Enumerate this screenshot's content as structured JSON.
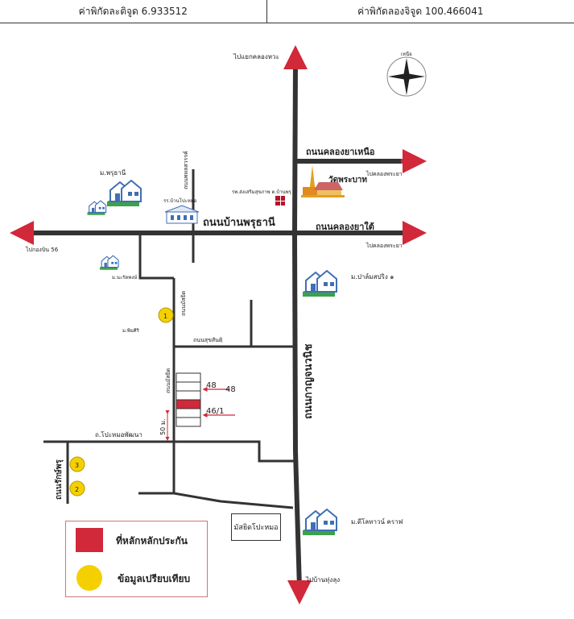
{
  "header": {
    "latitude": "ค่าพิกัดละติจูด 6.933512",
    "longitude": "ค่าพิกัดลองจิจูด 100.466041"
  },
  "roads": {
    "main_ns": "ถนนกาญจนวนิช",
    "main_ew": "ถนนบ้านพรุธานี",
    "north_branch": "ถนนคลองยาเหนือ",
    "south_branch": "ถนนคลองยาใต้",
    "side_road_1": "ถนนพหลสวรรค์",
    "side_road_2": "ถนนมัสยิด",
    "side_road_3": "ถนนสุขสันตฺิ",
    "side_road_4": "ถนนมัสยิด",
    "south_road": "ถ.โปะหมอพัฒนา",
    "west_road": "ถนนรักษ์พรุ"
  },
  "destinations": {
    "north": "ไปแยกคลองหวะ",
    "east_upper": "ไปคลองพระยา",
    "east_lower": "ไปคลองพระยา",
    "west": "ไปกองบิน 56",
    "south": "ไปบ้านทุ่งลุง"
  },
  "landmarks": {
    "village_pruthani": "ม.พรุธานี",
    "school_ban_pru": "รพ.ส่งเสริมสุขภาพ ต.บ้านพรุ",
    "school_small": "รร.บ้านโปะหมอ",
    "temple": "วัดพระบาท",
    "village_palm": "ม.ปาล์มสปริง ๑",
    "village_nanarach": "ม.นะรัตพงษ์",
    "village_phimsiri": "ม.พิมศิริ",
    "village_dee": "ม.ดีโลทาวน์ คราฟ",
    "mosque": "มัสยิดโปะหมอ"
  },
  "parcels": {
    "label_48a": "48",
    "label_48b": "48",
    "label_46": "46/1",
    "distance": "50 ม."
  },
  "markers": {
    "m1": "1",
    "m2": "2",
    "m3": "3"
  },
  "compass": {
    "north_text": "เหนือ"
  },
  "legend": {
    "collateral": "ที่หลักหลักประกัน",
    "comparison": "ข้อมูลเปรียบเทียบ"
  },
  "colors": {
    "road": "#333333",
    "arrow": "#d1283a",
    "collateral": "#d1283a",
    "comparison": "#f5d000",
    "house_blue": "#3f6fb5",
    "grass": "#3da14a"
  }
}
